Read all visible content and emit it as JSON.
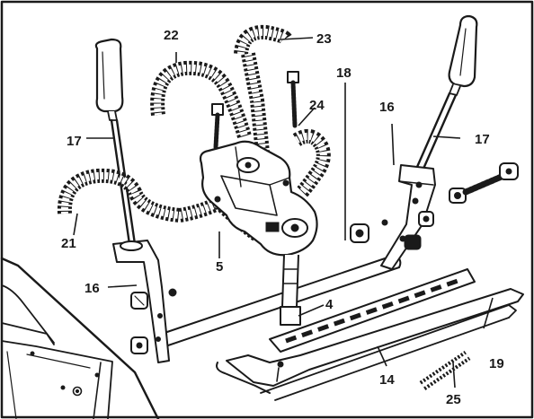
{
  "diagram": {
    "part_labels": [
      {
        "id": "p22",
        "text": "22"
      },
      {
        "id": "p23",
        "text": "23"
      },
      {
        "id": "p18",
        "text": "18"
      },
      {
        "id": "p24",
        "text": "24"
      },
      {
        "id": "p16a",
        "text": "16"
      },
      {
        "id": "p17a",
        "text": "17"
      },
      {
        "id": "p17b",
        "text": "17"
      },
      {
        "id": "p21",
        "text": "21"
      },
      {
        "id": "p5",
        "text": "5"
      },
      {
        "id": "p16b",
        "text": "16"
      },
      {
        "id": "p4",
        "text": "4"
      },
      {
        "id": "p19",
        "text": "19"
      },
      {
        "id": "p14",
        "text": "14"
      },
      {
        "id": "p25",
        "text": "25"
      }
    ]
  }
}
